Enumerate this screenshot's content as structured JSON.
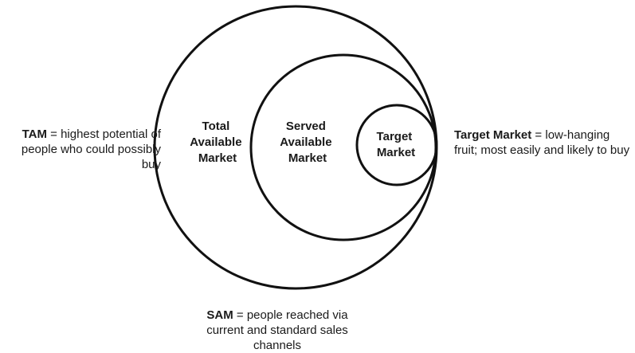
{
  "circles": {
    "total": {
      "lines": [
        "Total",
        "Available",
        "Market"
      ]
    },
    "served": {
      "lines": [
        "Served",
        "Available",
        "Market"
      ]
    },
    "target": {
      "lines": [
        "Target",
        "Market"
      ]
    }
  },
  "annotations": {
    "tam": {
      "term": "TAM",
      "text": " = highest potential of people who could possibly buy"
    },
    "target": {
      "term": "Target Market",
      "text": " = low-hanging fruit; most easily and likely to buy"
    },
    "sam": {
      "term": "SAM",
      "text": " = people reached via current and standard sales channels"
    }
  },
  "colors": {
    "stroke": "#111111",
    "text": "#1a1a1a",
    "background": "#ffffff"
  }
}
